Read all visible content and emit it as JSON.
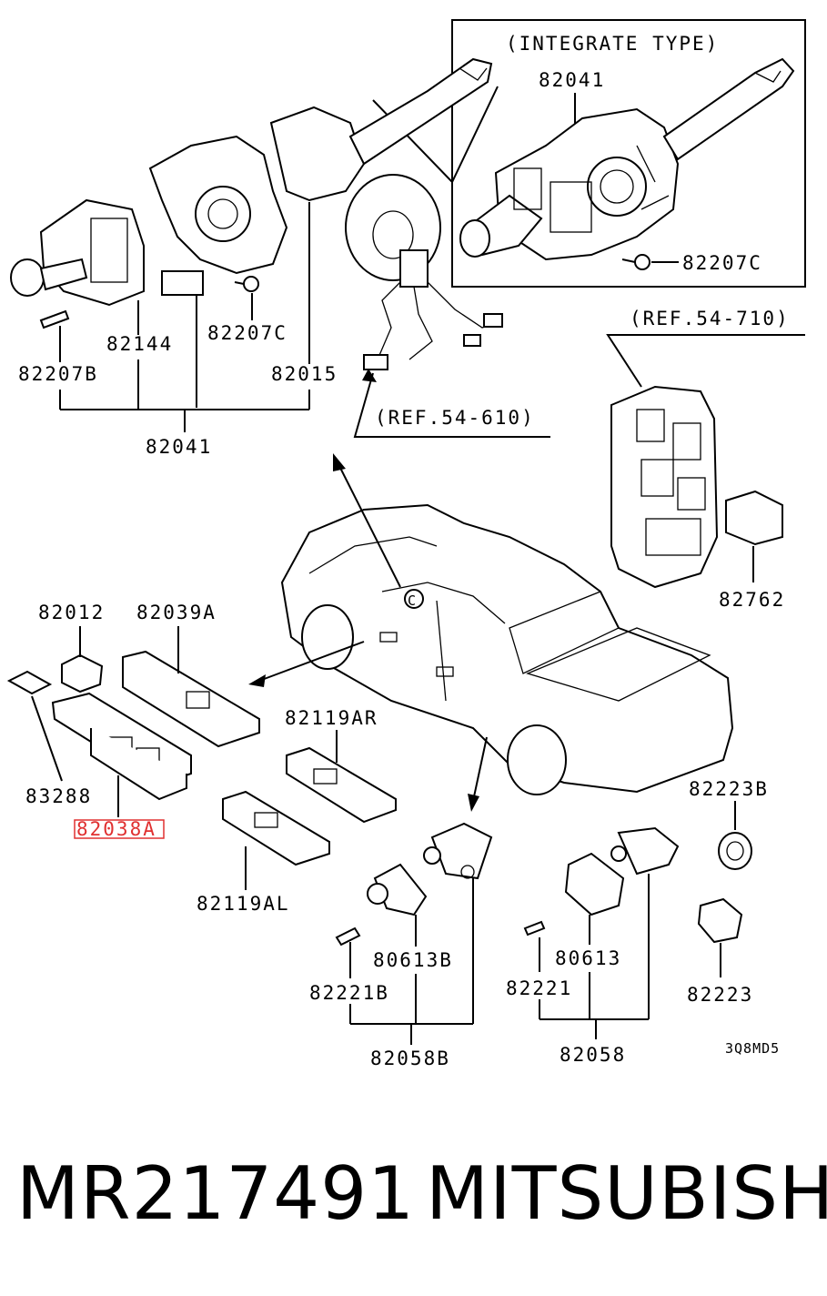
{
  "diagram": {
    "labels": {
      "integrate_type": "(INTEGRATE TYPE)",
      "p82041_inset": "82041",
      "p82207c_inset": "82207C",
      "p82144": "82144",
      "p82207c": "82207C",
      "p82207b": "82207B",
      "p82015": "82015",
      "p82041": "82041",
      "ref_54_610": "(REF.54-610)",
      "ref_54_710": "(REF.54-710)",
      "p82762": "82762",
      "p82012": "82012",
      "p82039a": "82039A",
      "p82119ar": "82119AR",
      "p83288": "83288",
      "p82038a": "82038A",
      "p82119al": "82119AL",
      "p82223b": "82223B",
      "p80613b": "80613B",
      "p80613": "80613",
      "p82221b": "82221B",
      "p82221": "82221",
      "p82223": "82223",
      "p82058b": "82058B",
      "p82058": "82058",
      "code": "3Q8MD5"
    },
    "highlight_color": "#e03030"
  },
  "footer": {
    "part_number": "MR217491",
    "brand": "MITSUBISHI"
  }
}
